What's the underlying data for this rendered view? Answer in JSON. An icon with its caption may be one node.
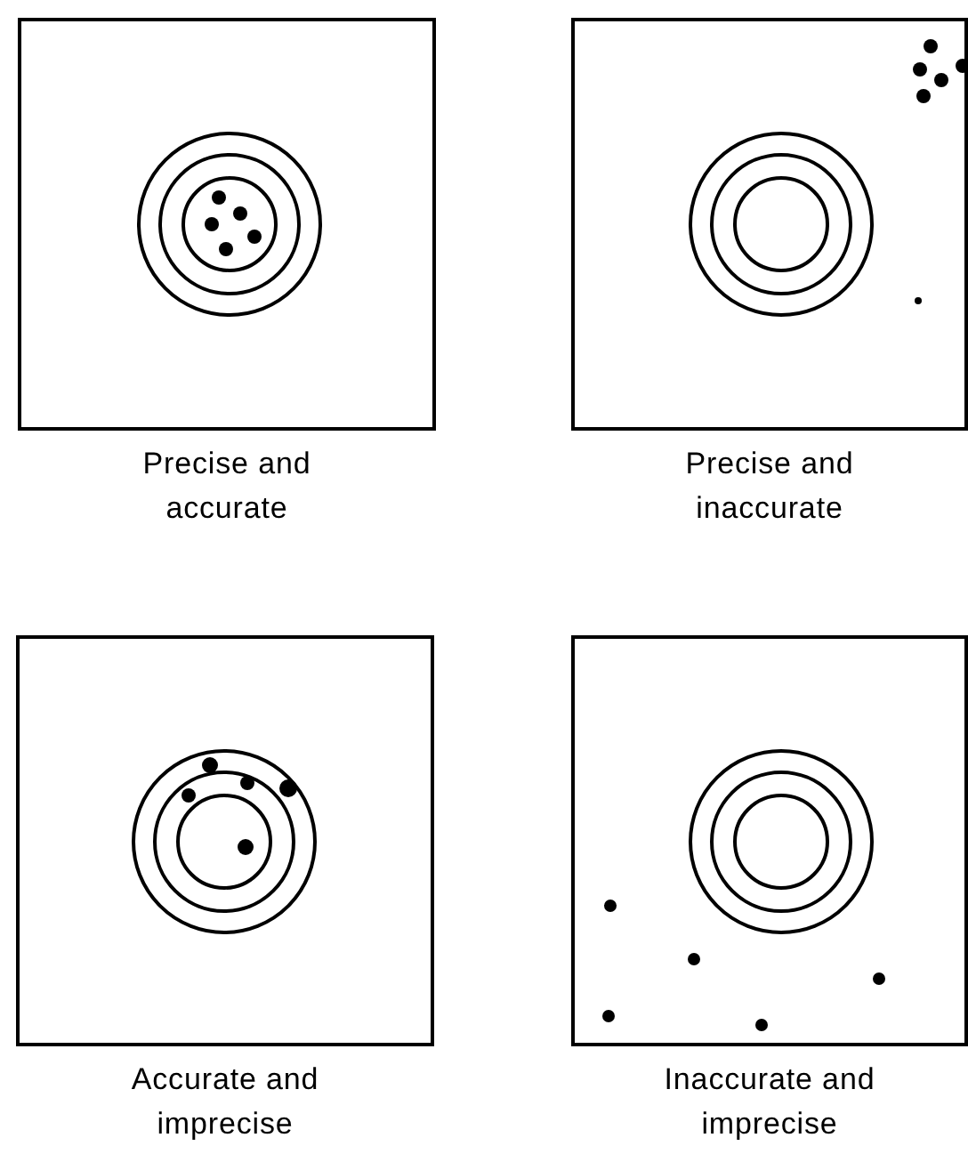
{
  "diagram": {
    "nodes": [
      {
        "text": [
          "Precise and accurate"
        ]
      },
      {
        "text": [
          "Precise and inaccurate"
        ]
      },
      {
        "text": [
          "Accurate and imprecise"
        ]
      },
      {
        "text": [
          "Inaccurate and imprecise"
        ]
      }
    ]
  }
}
